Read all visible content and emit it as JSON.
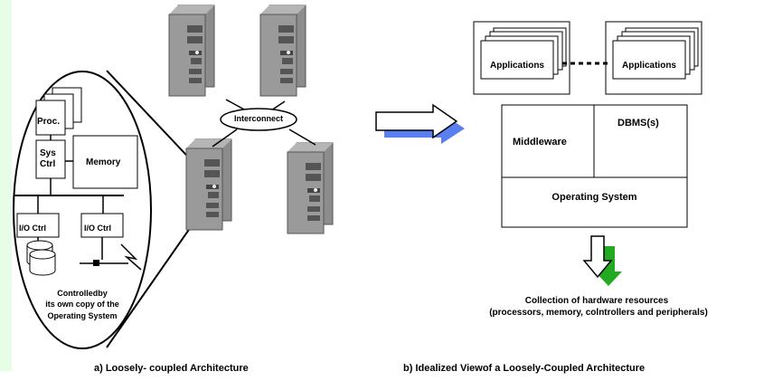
{
  "left": {
    "proc": "Proc.",
    "sys_ctrl_1": "Sys",
    "sys_ctrl_2": "Ctrl",
    "memory": "Memory",
    "io_ctrl_1": "I/O Ctrl",
    "io_ctrl_2": "I/O Ctrl",
    "controlled_1": "Controlledby",
    "controlled_2": "its own copy  of the",
    "controlled_3": "Operating System",
    "interconnect": "Interconnect",
    "caption": "a) Loosely- coupled  Architecture"
  },
  "right": {
    "app_1": "Applications",
    "app_2": "Applications",
    "middleware": "Middleware",
    "dbms": "DBMS(s)",
    "os": "Operating System",
    "collection_1": "Collection of hardware resources",
    "collection_2": "(processors, memory, colntrollers and peripherals)",
    "caption": "b) Idealized Viewof  a Loosely-Coupled  Architecture"
  },
  "colors": {
    "server_body": "#8c8c8c",
    "arrow_shadow": "#5a7ff0",
    "down_arrow_shadow": "#22aa22",
    "left_strip": "#e6fde6"
  }
}
